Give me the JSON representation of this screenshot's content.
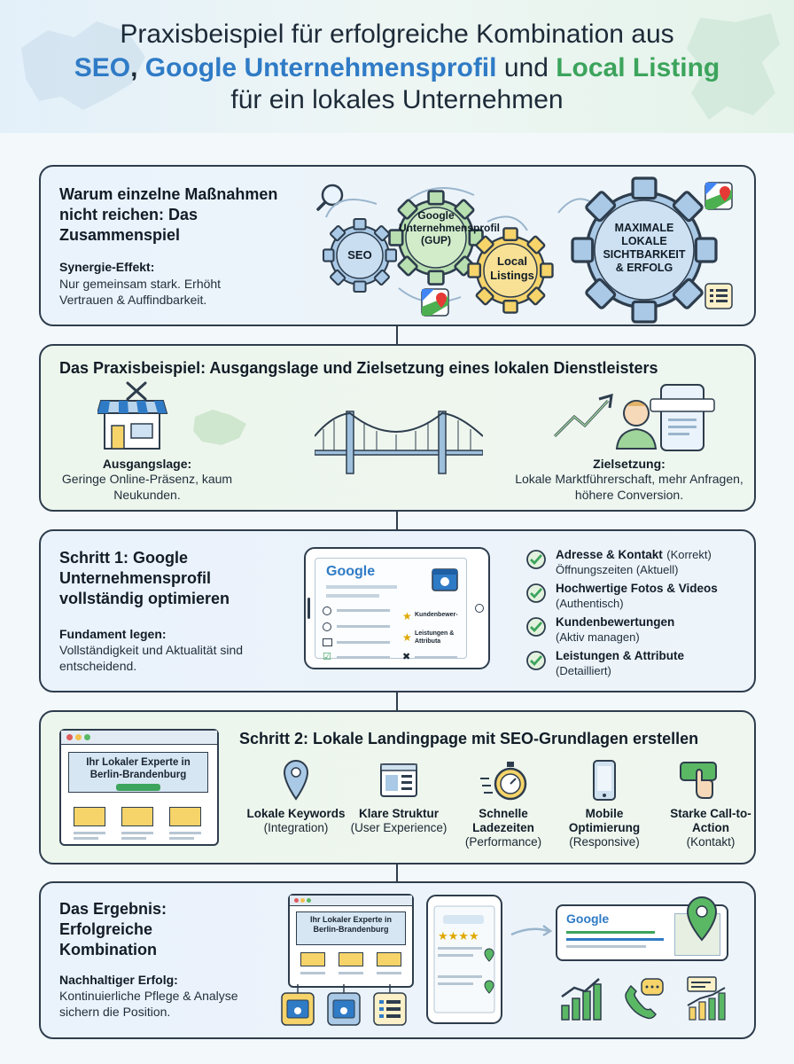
{
  "header": {
    "line1": "Praxisbeispiel für erfolgreiche Kombination aus",
    "seo": "SEO",
    "sep1": ", ",
    "gup": "Google Unternehmensprofil",
    "und": " und ",
    "ll": "Local Listing",
    "line3": "für ein lokales Unternehmen"
  },
  "panel1": {
    "heading": "Warum einzelne Maßnahmen nicht reichen: Das Zusammenspiel",
    "sub": "Synergie-Effekt:",
    "text": "Nur gemeinsam stark. Erhöht Vertrauen & Auffindbarkeit.",
    "gears": {
      "seo": "SEO",
      "gup": "Google Unternehmensprofil (GUP)",
      "ll": "Local Listings",
      "max": "MAXIMALE LOKALE SICHTBARKEIT & ERFOLG"
    }
  },
  "panel2": {
    "heading": "Das Praxisbeispiel: Ausgangslage und Zielsetzung eines lokalen Dienstleisters",
    "start_title": "Ausgangslage:",
    "start_text": "Geringe Online-Präsenz, kaum Neukunden.",
    "goal_title": "Zielsetzung:",
    "goal_text": "Lokale Marktführerschaft, mehr Anfragen, höhere Conversion."
  },
  "panel3": {
    "heading": "Schritt 1: Google Unternehmensprofil vollständig optimieren",
    "sub": "Fundament legen:",
    "text": "Vollständigkeit und Aktualität sind entscheidend.",
    "tablet": {
      "logo": "Google",
      "reviews": "Kundenbewer-",
      "services": "Leistungen & Attributa"
    },
    "checks": [
      {
        "title": "Adresse & Kontakt",
        "note": "(Korrekt)",
        "desc": "Öffnungszeiten (Aktuell)"
      },
      {
        "title": "Hochwertige Fotos & Videos",
        "note": "",
        "desc": "(Authentisch)"
      },
      {
        "title": "Kundenbewertungen",
        "note": "",
        "desc": "(Aktiv managen)"
      },
      {
        "title": "Leistungen & Attribute",
        "note": "",
        "desc": "(Detailliert)"
      }
    ]
  },
  "panel4": {
    "heading": "Schritt 2: Lokale Landingpage mit SEO-Grundlagen erstellen",
    "browser_text": "Ihr Lokaler Experte in Berlin-Brandenburg",
    "features": [
      {
        "title": "Lokale Keywords",
        "desc": "(Integration)",
        "icon": "map-pin-icon"
      },
      {
        "title": "Klare Struktur",
        "desc": "(User Experience)",
        "icon": "layout-icon"
      },
      {
        "title": "Schnelle Ladezeiten",
        "desc": "(Performance)",
        "icon": "stopwatch-icon"
      },
      {
        "title": "Mobile Optimierung",
        "desc": "(Responsive)",
        "icon": "smartphone-icon"
      },
      {
        "title": "Starke Call-to-Action",
        "desc": "(Kontakt)",
        "icon": "click-button-icon"
      }
    ]
  },
  "panel5": {
    "heading": "Das Ergebnis: Erfolgreiche Kombination",
    "sub": "Nachhaltiger Erfolg:",
    "text": "Kontinuierliche Pflege & Analyse sichern die Position.",
    "browser_text": "Ihr Lokaler Experte in Berlin-Brandenburg",
    "google_logo": "Google"
  },
  "colors": {
    "blue": "#2f7bc6",
    "green": "#3ca45c",
    "yellow": "#f6d46a",
    "gear_blue": "#a9c9e6",
    "gear_green": "#b8dfb0",
    "outline": "#2e3d4d"
  }
}
